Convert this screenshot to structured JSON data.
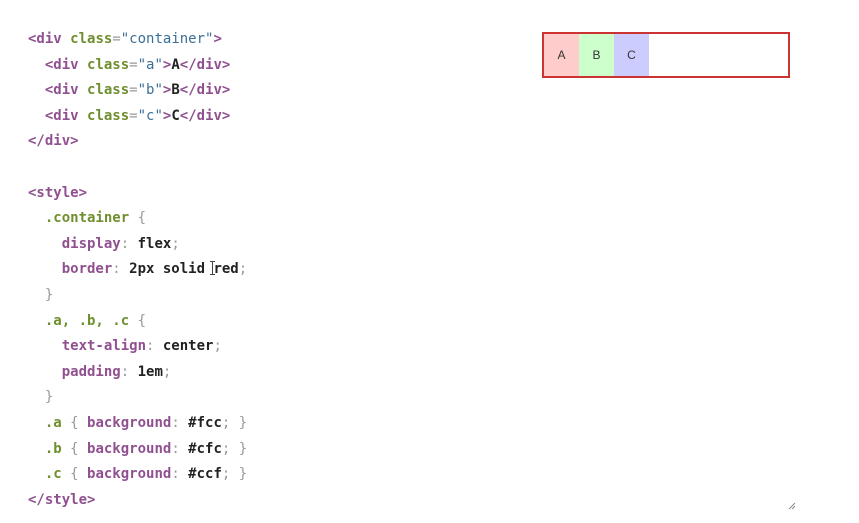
{
  "code": {
    "l1": {
      "tag_open": "<div ",
      "attr": "class",
      "eq": "=",
      "str": "\"container\"",
      "close": ">"
    },
    "l2": {
      "tag_open": "<div ",
      "attr": "class",
      "eq": "=",
      "str": "\"a\"",
      "close": ">",
      "text": "A",
      "end": "</div>"
    },
    "l3": {
      "tag_open": "<div ",
      "attr": "class",
      "eq": "=",
      "str": "\"b\"",
      "close": ">",
      "text": "B",
      "end": "</div>"
    },
    "l4": {
      "tag_open": "<div ",
      "attr": "class",
      "eq": "=",
      "str": "\"c\"",
      "close": ">",
      "text": "C",
      "end": "</div>"
    },
    "l5": {
      "end": "</div>"
    },
    "l7": {
      "tag": "<style>"
    },
    "l8": {
      "sel": ".container",
      "brace": " {"
    },
    "l9": {
      "prop": "display",
      "colon": ": ",
      "val": "flex",
      "semi": ";"
    },
    "l10": {
      "prop": "border",
      "colon": ": ",
      "val_pre": "2px solid ",
      "val_post": "red",
      "semi": ";"
    },
    "l11": {
      "brace": "}"
    },
    "l12": {
      "sel": ".a, .b, .c",
      "brace": " {"
    },
    "l13": {
      "prop": "text-align",
      "colon": ": ",
      "val": "center",
      "semi": ";"
    },
    "l14": {
      "prop": "padding",
      "colon": ": ",
      "val": "1em",
      "semi": ";"
    },
    "l15": {
      "brace": "}"
    },
    "l16": {
      "sel": ".a",
      "open": " { ",
      "prop": "background",
      "colon": ": ",
      "val": "#fcc",
      "semi": ";",
      "close": " }"
    },
    "l17": {
      "sel": ".b",
      "open": " { ",
      "prop": "background",
      "colon": ": ",
      "val": "#cfc",
      "semi": ";",
      "close": " }"
    },
    "l18": {
      "sel": ".c",
      "open": " { ",
      "prop": "background",
      "colon": ": ",
      "val": "#ccf",
      "semi": ";",
      "close": " }"
    },
    "l19": {
      "tag": "</style>"
    }
  },
  "preview": {
    "a_label": "A",
    "b_label": "B",
    "c_label": "C",
    "border_color": "#cc3333",
    "a_bg": "#ffcccc",
    "b_bg": "#ccffcc",
    "c_bg": "#ccccff"
  },
  "icons": {
    "cursor": "text-cursor-icon",
    "resize": "resize-handle-icon"
  }
}
